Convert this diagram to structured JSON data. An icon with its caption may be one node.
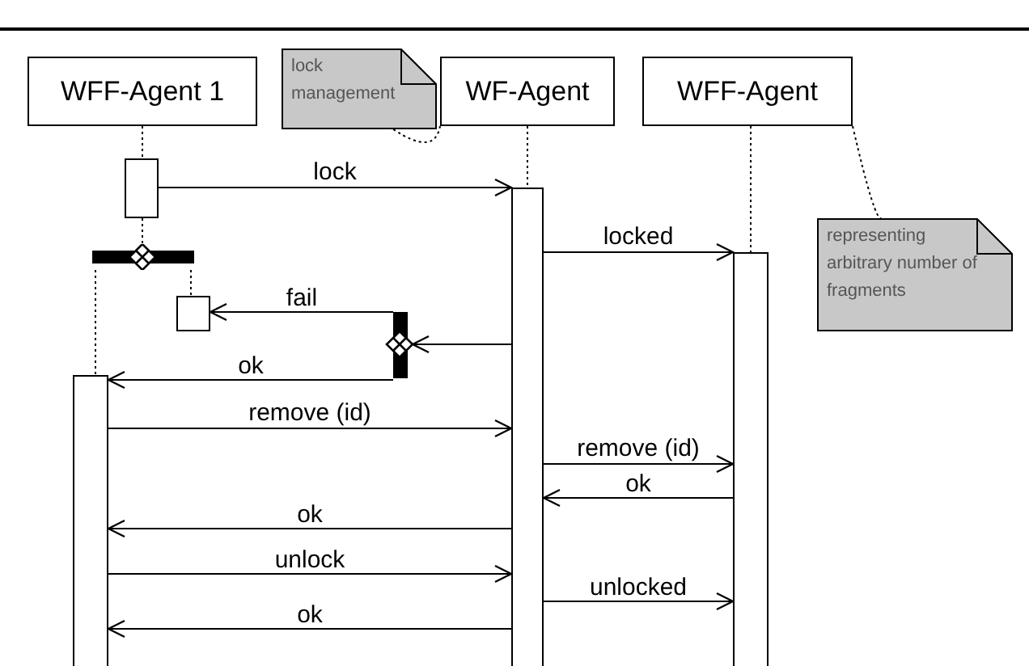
{
  "diagram": {
    "nodes": [
      {
        "text": [
          "WFF-Agent 1"
        ]
      },
      {
        "text": [
          "lock management"
        ]
      },
      {
        "text": [
          "WF-Agent"
        ]
      },
      {
        "text": [
          "WFF-Agent"
        ]
      },
      {
        "text": [
          "representing arbitrary number of fragments"
        ]
      },
      {
        "text": [],
        "shape": "box"
      },
      {
        "text": [],
        "shape": "box"
      },
      {
        "text": [],
        "shape": "box"
      },
      {
        "text": [],
        "shape": "bar"
      },
      {
        "text": [],
        "shape": "box"
      },
      {
        "text": [],
        "shape": "bar"
      },
      {
        "text": [],
        "shape": "box"
      }
    ],
    "edges": [
      {
        "from": 1,
        "to": 2,
        "arrow": "none",
        "style": "dashed"
      },
      {
        "from": 3,
        "to": 4,
        "arrow": "none",
        "style": "dashed"
      },
      {
        "from": 0,
        "to": 5,
        "arrow": "none",
        "style": "dashed"
      },
      {
        "from": 2,
        "to": 6,
        "arrow": "none",
        "style": "dashed"
      },
      {
        "from": 3,
        "to": 7,
        "arrow": "none",
        "style": "dashed"
      },
      {
        "from": 5,
        "to": 6,
        "arrow": "to",
        "label": "lock"
      },
      {
        "from": 5,
        "to": 8,
        "arrow": "none",
        "style": "dashed"
      },
      {
        "from": 6,
        "to": 7,
        "arrow": "to",
        "label": "locked"
      },
      {
        "from": 8,
        "to": 9,
        "arrow": "none",
        "style": "dashed"
      },
      {
        "from": 8,
        "to": 11,
        "arrow": "none",
        "style": "dashed"
      },
      {
        "from": 10,
        "to": 9,
        "arrow": "to",
        "label": "fail"
      },
      {
        "from": 6,
        "to": 10,
        "arrow": "to"
      },
      {
        "from": 10,
        "to": 11,
        "arrow": "to",
        "label": "ok"
      },
      {
        "from": 11,
        "to": 6,
        "arrow": "to",
        "label": "remove (id)"
      },
      {
        "from": 6,
        "to": 7,
        "arrow": "to",
        "label": "remove (id)"
      },
      {
        "from": 7,
        "to": 6,
        "arrow": "to",
        "label": "ok"
      },
      {
        "from": 6,
        "to": 11,
        "arrow": "to",
        "label": "ok"
      },
      {
        "from": 11,
        "to": 6,
        "arrow": "to",
        "label": "unlock"
      },
      {
        "from": 6,
        "to": 7,
        "arrow": "to",
        "label": "unlocked"
      },
      {
        "from": 6,
        "to": 11,
        "arrow": "to",
        "label": "ok"
      }
    ]
  }
}
